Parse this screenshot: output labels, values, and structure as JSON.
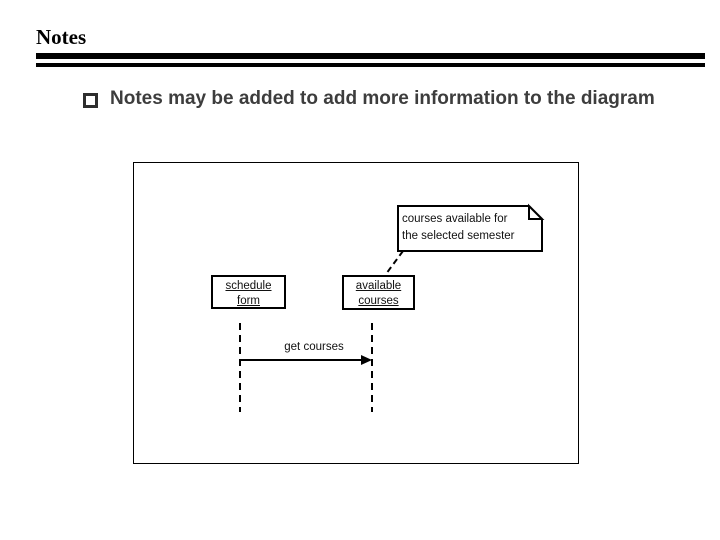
{
  "slide": {
    "title": "Notes",
    "bullet_text": "Notes may be added to add more information to the diagram"
  },
  "diagram": {
    "note": {
      "line1": "courses available for",
      "line2": "the selected semester"
    },
    "objects": [
      {
        "line1": "schedule",
        "line2": "form"
      },
      {
        "line1": "available",
        "line2": "courses"
      }
    ],
    "message_label": "get courses"
  },
  "colors": {
    "title_text": "#000000",
    "bullet_text": "#3d3d3d",
    "diagram_stroke": "#000000",
    "background": "#ffffff"
  }
}
